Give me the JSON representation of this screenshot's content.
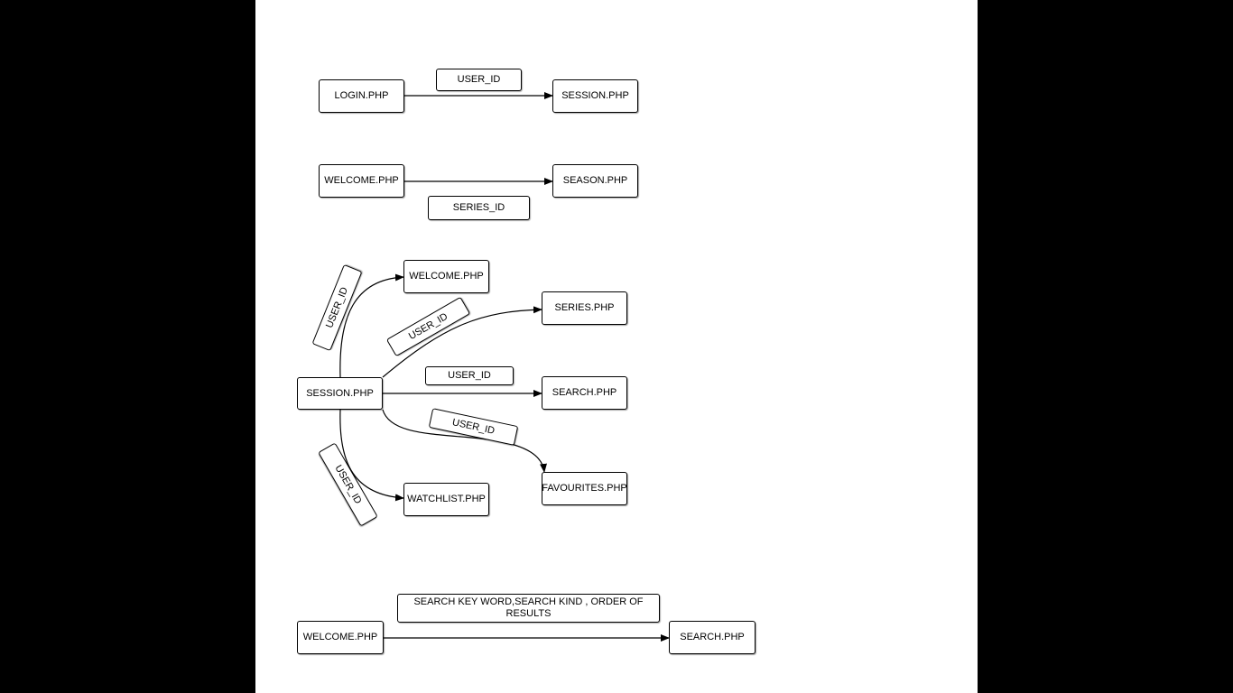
{
  "colors": {
    "background": "#000000",
    "canvas": "#ffffff",
    "stroke": "#000000"
  },
  "diagram": {
    "login_flow": {
      "from": "LOGIN.PHP",
      "to": "SESSION.PHP",
      "label": "USER_ID"
    },
    "welcome_flow": {
      "from": "WELCOME.PHP",
      "to": "SEASON.PHP",
      "label": "SERIES_ID"
    },
    "session_flow": {
      "source": "SESSION.PHP",
      "targets": {
        "welcome": "WELCOME.PHP",
        "series": "SERIES.PHP",
        "search": "SEARCH.PHP",
        "favourites": "FAVOURITES.PHP",
        "watchlist": "WATCHLIST.PHP"
      },
      "labels": {
        "welcome": "USER_ID",
        "series": "USER_ID",
        "search": "USER_ID",
        "favourites": "USER_ID",
        "watchlist": "USER_ID"
      }
    },
    "search_flow": {
      "from": "WELCOME.PHP",
      "to": "SEARCH.PHP",
      "label": "SEARCH KEY WORD,SEARCH KIND , ORDER OF RESULTS"
    }
  }
}
